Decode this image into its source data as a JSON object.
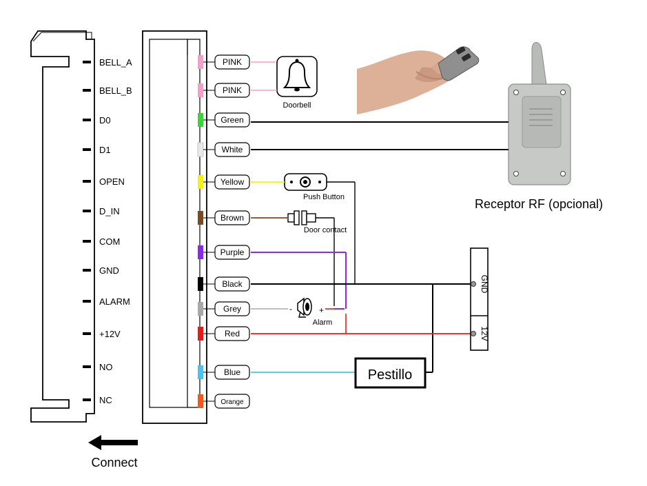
{
  "terminals": [
    {
      "label": "BELL_A",
      "wire": "PINK",
      "color": "#f2a0c8"
    },
    {
      "label": "BELL_B",
      "wire": "PINK",
      "color": "#f2a0c8"
    },
    {
      "label": "D0",
      "wire": "Green",
      "color": "#3fd23f"
    },
    {
      "label": "D1",
      "wire": "White",
      "color": "#e8e8e8"
    },
    {
      "label": "OPEN",
      "wire": "Yellow",
      "color": "#f2f21a"
    },
    {
      "label": "D_IN",
      "wire": "Brown",
      "color": "#7a4a22"
    },
    {
      "label": "COM",
      "wire": "Purple",
      "color": "#8a2be2"
    },
    {
      "label": "GND",
      "wire": "Black",
      "color": "#000000"
    },
    {
      "label": "ALARM",
      "wire": "Grey",
      "color": "#a8a8a8"
    },
    {
      "label": "+12V",
      "wire": "Red",
      "color": "#e51c1c"
    },
    {
      "label": "NO",
      "wire": "Blue",
      "color": "#4dc3ec"
    },
    {
      "label": "NC",
      "wire": "Orange",
      "color": "#f05a1a"
    }
  ],
  "devices": {
    "doorbell": "Doorbell",
    "push_button": "Push Button",
    "door_contact": "Door contact",
    "alarm": "Alarm",
    "alarm_minus": "-",
    "alarm_plus": "+",
    "receiver": "Receptor RF (opcional)",
    "lock": "Pestillo"
  },
  "power": {
    "gnd": "GND",
    "v12": "12V"
  },
  "connect": "Connect"
}
